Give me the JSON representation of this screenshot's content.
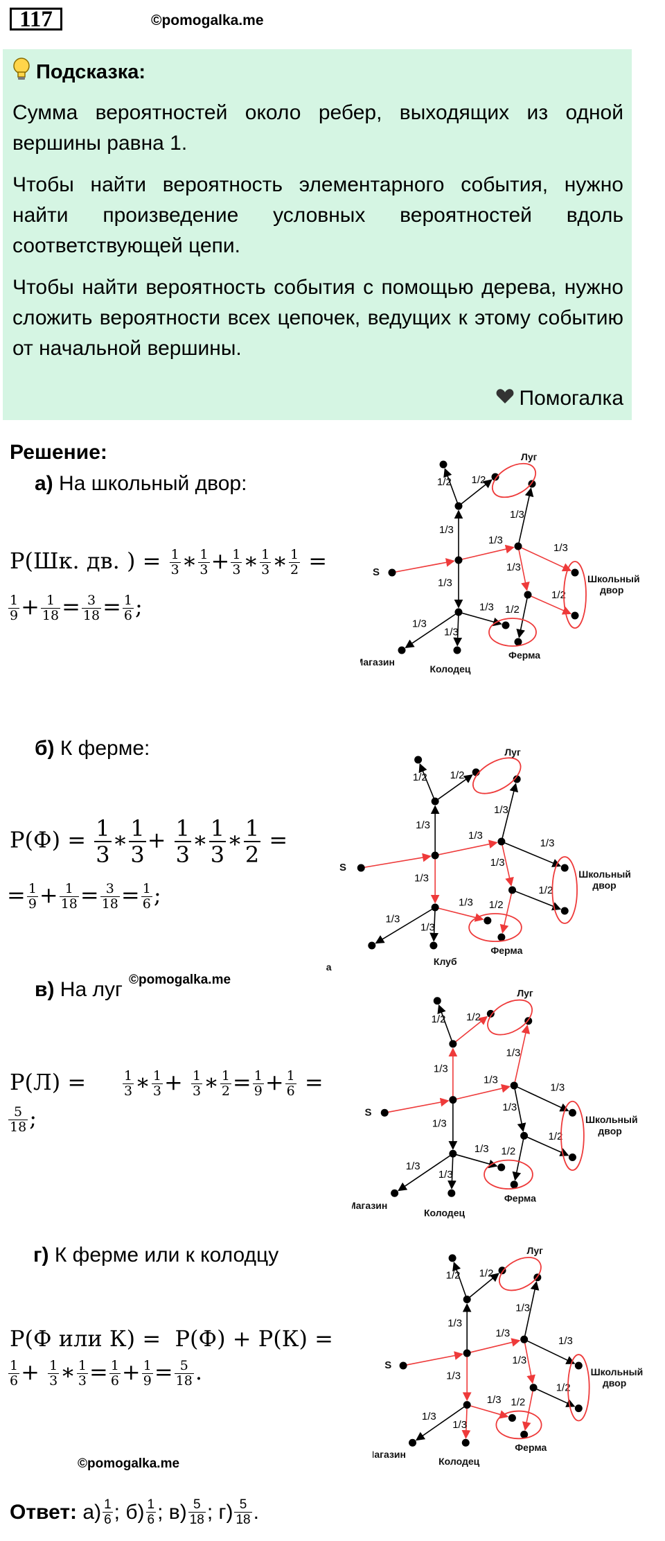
{
  "header": {
    "task_number": "117",
    "brand": "©pomogalka.me"
  },
  "hint": {
    "title": "Подсказка:",
    "paragraphs": [
      "Сумма вероятностей около ребер, выходящих из одной вершины равна 1.",
      "Чтобы найти вероятность элементарного события, нужно найти произведение условных вероятностей вдоль соответствующей цепи.",
      "Чтобы найти вероятность события с помощью дерева, нужно сложить вероятности всех цепочек, ведущих к этому событию от начальной вершины."
    ],
    "footer": "Помогалка"
  },
  "solution": {
    "title": "Решение:",
    "a": {
      "letter": "а)",
      "label": "На школьный двор:",
      "lhs": "P(Шк. дв. )",
      "t": [
        "1",
        "3",
        "1",
        "3",
        "1",
        "3",
        "1",
        "3",
        "1",
        "2",
        "1",
        "9",
        "1",
        "18",
        "3",
        "18",
        "1",
        "6"
      ]
    },
    "b": {
      "letter": "б)",
      "label": "К ферме:",
      "lhs": "P(Ф)",
      "t": [
        "1",
        "3",
        "1",
        "3",
        "1",
        "3",
        "1",
        "3",
        "1",
        "2",
        "1",
        "9",
        "1",
        "18",
        "3",
        "18",
        "1",
        "6"
      ]
    },
    "v": {
      "letter": "в)",
      "label": "На луг",
      "lhs": "P(Л)",
      "t": [
        "1",
        "3",
        "1",
        "3",
        "1",
        "3",
        "1",
        "2",
        "1",
        "9",
        "1",
        "6",
        "5",
        "18"
      ]
    },
    "g": {
      "letter": "г)",
      "label": "К ферме или к колодцу",
      "lhs": "P(Ф или К)",
      "mid": "P(Ф) + P(К)",
      "t": [
        "1",
        "6",
        "1",
        "3",
        "1",
        "3",
        "1",
        "6",
        "1",
        "9",
        "5",
        "18"
      ]
    },
    "watermarks": [
      "©pomogalka.me",
      "©pomogalka.me"
    ],
    "answer": {
      "label": "Ответ:",
      "items": [
        {
          "letter": "а)",
          "n": "1",
          "d": "6"
        },
        {
          "letter": "б)",
          "n": "1",
          "d": "6"
        },
        {
          "letter": "в)",
          "n": "5",
          "d": "18"
        },
        {
          "letter": "г)",
          "n": "5",
          "d": "18"
        }
      ]
    }
  },
  "tree_labels": {
    "s": "S",
    "lug": "Луг",
    "school": [
      "Школьный",
      "двор"
    ],
    "ferma": "Ферма",
    "magazin": "Магазин",
    "kolodec": "Колодец",
    "klub": "Клуб",
    "ma_cut": "Ма",
    "p_half": "1/2",
    "p_third": "1/3"
  }
}
